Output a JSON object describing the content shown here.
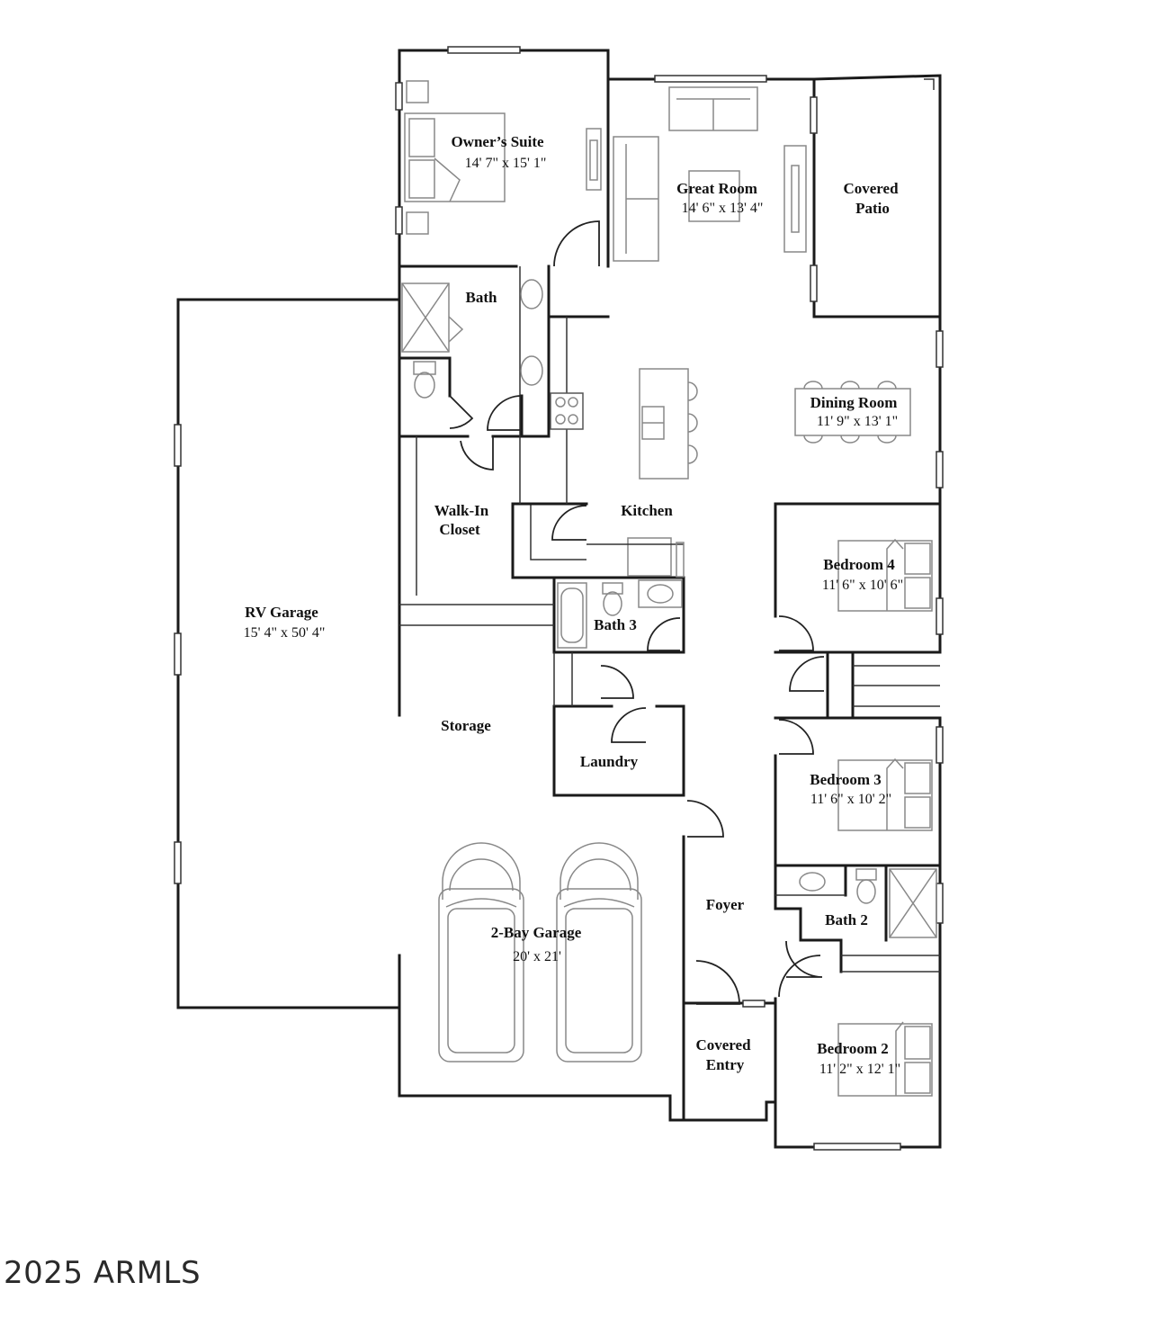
{
  "rooms": {
    "owners_suite": {
      "name": "Owner’s Suite",
      "dim": "14' 7\" x 15' 1\""
    },
    "great_room": {
      "name": "Great Room",
      "dim": "14' 6\" x 13' 4\""
    },
    "covered_patio": {
      "line1": "Covered",
      "line2": "Patio"
    },
    "bath": {
      "name": "Bath"
    },
    "dining_room": {
      "name": "Dining Room",
      "dim": "11' 9\" x 13' 1\""
    },
    "walk_in_closet": {
      "line1": "Walk-In",
      "line2": "Closet"
    },
    "kitchen": {
      "name": "Kitchen"
    },
    "bedroom_4": {
      "name": "Bedroom 4",
      "dim": "11' 6\" x 10' 6\""
    },
    "rv_garage": {
      "name": "RV Garage",
      "dim": "15' 4\" x 50' 4\""
    },
    "bath_3": {
      "name": "Bath 3"
    },
    "storage": {
      "name": "Storage"
    },
    "laundry": {
      "name": "Laundry"
    },
    "bedroom_3": {
      "name": "Bedroom 3",
      "dim": "11' 6\" x 10' 2\""
    },
    "foyer": {
      "name": "Foyer"
    },
    "bath_2": {
      "name": "Bath 2"
    },
    "two_bay_garage": {
      "name": "2-Bay Garage",
      "dim": "20' x 21'"
    },
    "covered_entry": {
      "line1": "Covered",
      "line2": "Entry"
    },
    "bedroom_2": {
      "name": "Bedroom 2",
      "dim": "11' 2\" x 12' 1\""
    }
  },
  "copyright": "2025 ARMLS"
}
